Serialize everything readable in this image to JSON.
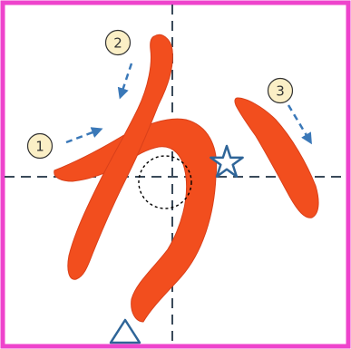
{
  "colors": {
    "border": "#ee44cc",
    "background": "#ffffff",
    "guide_lines": "#3a4a5a",
    "stroke_fill": "#f24e1e",
    "stroke_edge": "#d9401a",
    "badge_fill": "#fbefc6",
    "badge_stroke": "#333333",
    "arrow": "#3a78b8",
    "marker": "#2f6598"
  },
  "steps": [
    {
      "number": "1"
    },
    {
      "number": "2"
    },
    {
      "number": "3"
    }
  ],
  "markers": [
    {
      "name": "star",
      "icon": "star-icon"
    },
    {
      "name": "triangle",
      "icon": "triangle-icon"
    },
    {
      "name": "center-circle",
      "icon": "dashed-circle-icon"
    }
  ],
  "character": "か"
}
